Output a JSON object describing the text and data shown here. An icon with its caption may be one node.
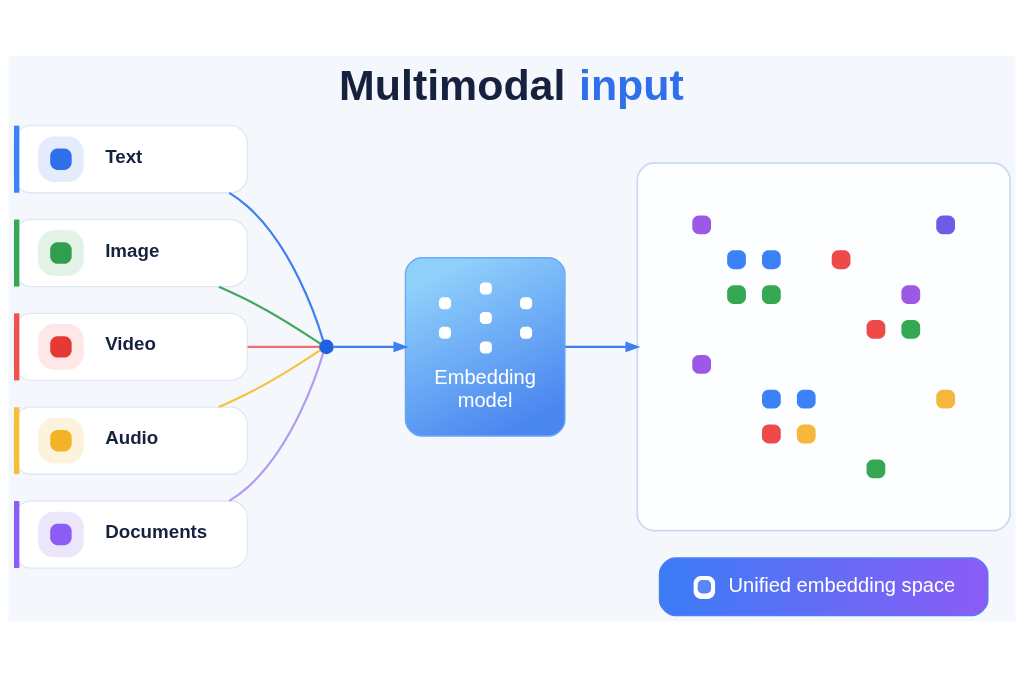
{
  "diagram": {
    "title": "Multimodal input",
    "nodes": [
      {
        "text": [
          "Text"
        ]
      },
      {
        "text": [
          "Image"
        ]
      },
      {
        "text": [
          "Video"
        ]
      },
      {
        "text": [
          "Audio"
        ]
      },
      {
        "text": [
          "Documents"
        ]
      },
      {
        "text": [],
        "shape": "circle"
      },
      {
        "text": [
          "Embedding model"
        ]
      },
      {
        "text": [],
        "shape": "picture"
      },
      {
        "text": [
          "Unified embedding space"
        ]
      }
    ],
    "edges": [
      {
        "from": 0,
        "to": 5,
        "arrow": "none"
      },
      {
        "from": 1,
        "to": 5,
        "arrow": "none",
        "color": "#43a85a"
      },
      {
        "from": 2,
        "to": 5,
        "arrow": "none",
        "color": "#f07070"
      },
      {
        "from": 3,
        "to": 5,
        "arrow": "none",
        "color": "#f5c242"
      },
      {
        "from": 4,
        "to": 5,
        "arrow": "none",
        "color": "#b39cf0"
      },
      {
        "from": 5,
        "to": 6,
        "arrow": "to"
      },
      {
        "from": 6,
        "to": 7,
        "arrow": "to"
      }
    ]
  }
}
